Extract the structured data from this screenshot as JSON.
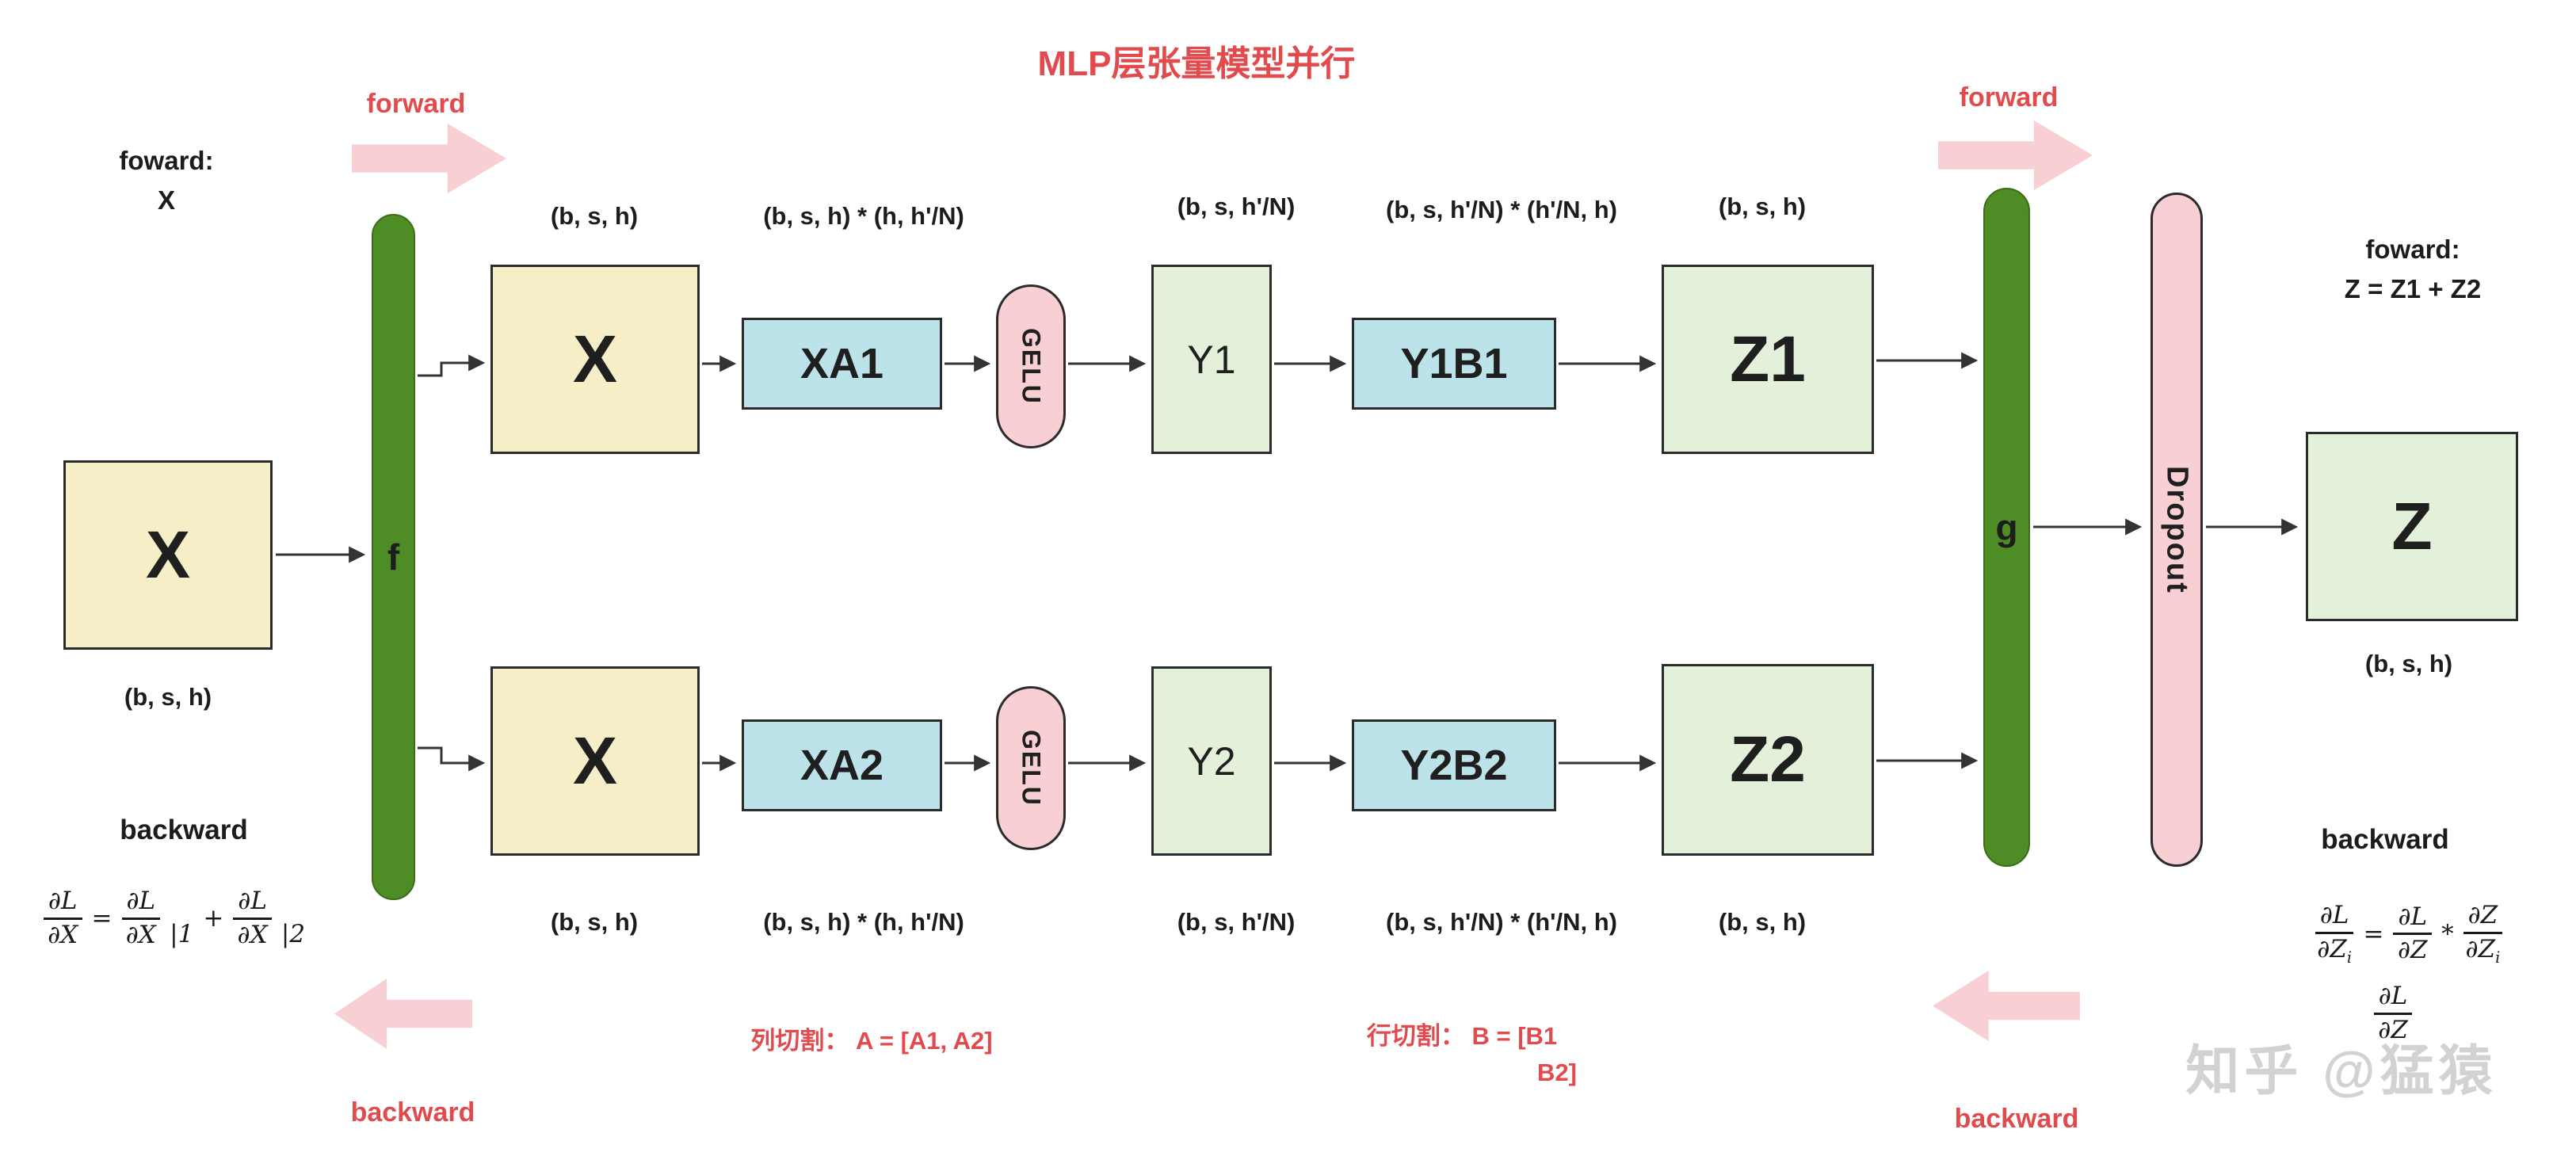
{
  "title": "MLP层张量模型并行",
  "colors": {
    "red_text": "#e14b4d",
    "yellow_box": "#f6eec6",
    "cyan_box": "#bbe3e9",
    "green_box": "#e3f0da",
    "green_bar": "#4e8c26",
    "pink": "#f8cfd3"
  },
  "arrows": {
    "forward_left": "forward",
    "forward_right": "forward",
    "backward_left": "backward",
    "backward_right": "backward"
  },
  "left": {
    "forward_line1": "foward:",
    "forward_line2": "X",
    "x_box": "X",
    "shape": "(b, s, h)",
    "backward": "backward",
    "formula": {
      "f1_num": "∂L",
      "f1_den": "∂X",
      "eq": "=",
      "f2_num": "∂L",
      "f2_den": "∂X",
      "bar1": "|1",
      "plus": "+",
      "f3_num": "∂L",
      "f3_den": "∂X",
      "bar2": "|2"
    }
  },
  "f_bar": "f",
  "g_bar": "g",
  "dropout": "Dropout",
  "rows": {
    "top": {
      "x": "X",
      "xa": "XA1",
      "gelu": "GELU",
      "y": "Y1",
      "yb": "Y1B1",
      "z": "Z1",
      "shape_x": "(b, s, h)",
      "shape_xa": "(b, s, h) * (h, h'/N)",
      "shape_y": "(b, s,  h'/N)",
      "shape_yb": "(b, s, h'/N) * (h'/N, h)",
      "shape_z": "(b, s, h)"
    },
    "bottom": {
      "x": "X",
      "xa": "XA2",
      "gelu": "GELU",
      "y": "Y2",
      "yb": "Y2B2",
      "z": "Z2",
      "shape_x": "(b, s, h)",
      "shape_xa": "(b, s, h) * (h, h'/N)",
      "shape_y": "(b, s,  h'/N)",
      "shape_yb": "(b, s, h'/N) * (h'/N, h)",
      "shape_z": "(b, s, h)"
    }
  },
  "right": {
    "forward_line1": "foward:",
    "forward_line2": "Z = Z1 + Z2",
    "z_box": "Z",
    "shape": "(b, s, h)",
    "backward": "backward",
    "formula": {
      "f1_num": "∂L",
      "f1_den": "∂Z",
      "f1_sub": "i",
      "eq": "=",
      "f2_num": "∂L",
      "f2_den": "∂Z",
      "star": "*",
      "f3_num": "∂Z",
      "f3_den": "∂Z",
      "f3_sub": "i",
      "line2_num": "∂L",
      "line2_den": "∂Z"
    }
  },
  "annotations": {
    "col_split": "列切割：  A = [A1, A2]",
    "row_split_line1": "行切割：  B = [B1",
    "row_split_line2": "B2]"
  },
  "watermark": "知乎 @猛猿"
}
